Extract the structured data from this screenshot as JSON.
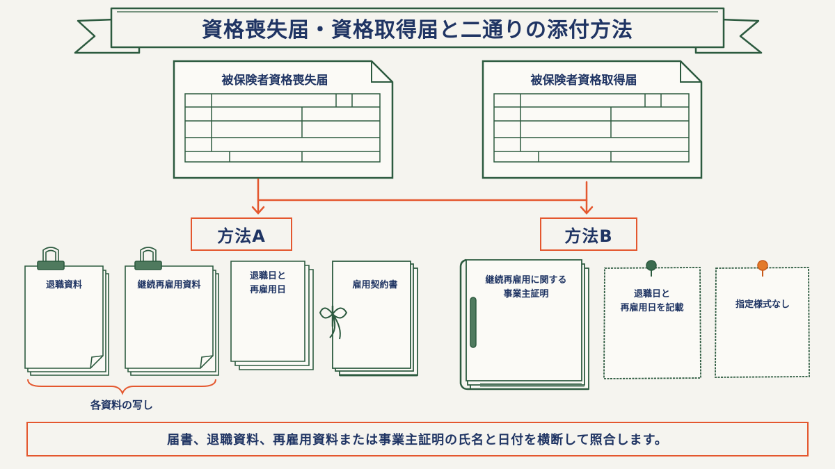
{
  "title": "資格喪失届・資格取得届と二通りの添付方法",
  "forms": {
    "loss": "被保険者資格喪失届",
    "acquisition": "被保険者資格取得届"
  },
  "methods": {
    "a": "方法A",
    "b": "方法B"
  },
  "method_a_items": {
    "retirement_docs": "退職資料",
    "reemployment_docs": "継続再雇用資料",
    "dates_line1": "退職日と",
    "dates_line2": "再雇用日",
    "contract": "雇用契約書"
  },
  "copies_label": "各資料の写し",
  "method_b_items": {
    "certificate_line1": "継続再雇用に関する",
    "certificate_line2": "事業主証明",
    "dates_line1": "退職日と",
    "dates_line2": "再雇用日を記載",
    "no_format": "指定様式なし"
  },
  "footer": "届書、退職資料、再雇用資料または事業主証明の氏名と日付を横断して照合します。",
  "colors": {
    "green": "#2c5a3f",
    "navy": "#1f3463",
    "orange": "#e4572e",
    "background": "#f5f4ef"
  }
}
